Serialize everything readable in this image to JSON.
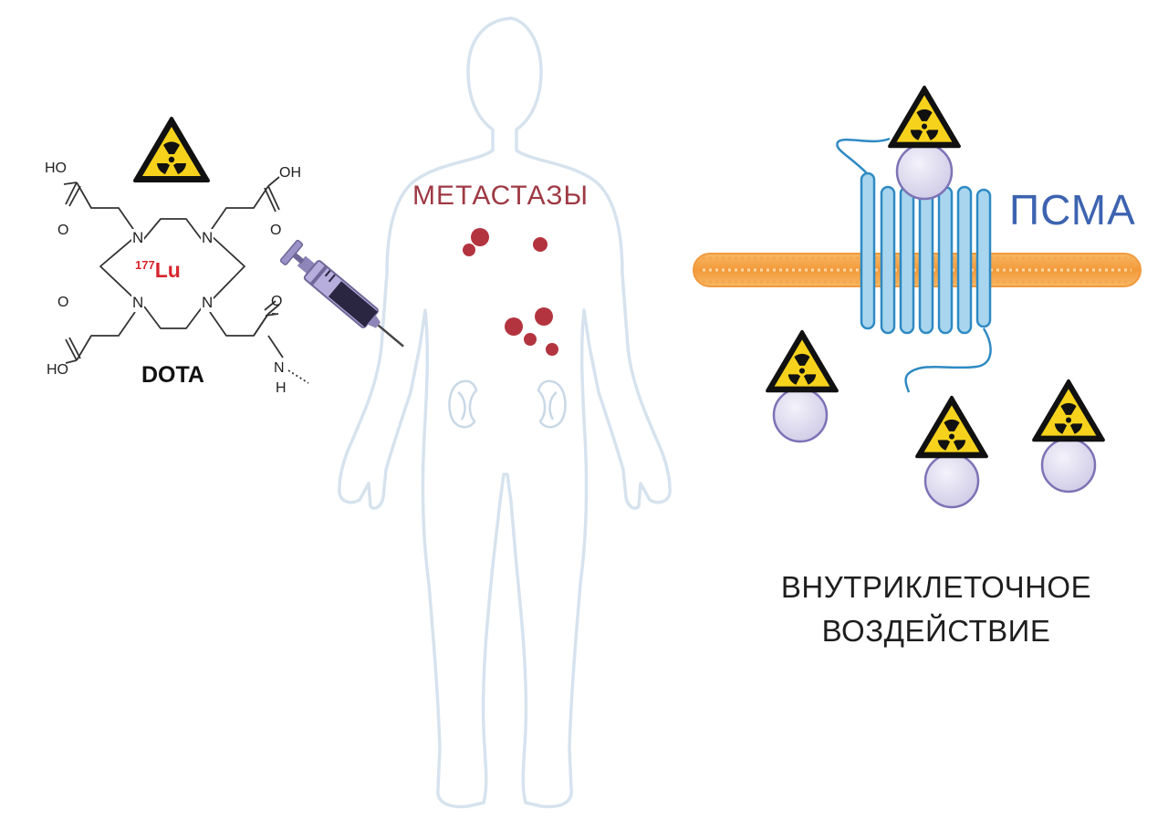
{
  "labels": {
    "metastases": "МЕТАСТАЗЫ",
    "psma": "ПСМА",
    "effect_line1": "ВНУТРИКЛЕТОЧНОЕ",
    "effect_line2": "ВОЗДЕЙСТВИЕ",
    "dota": "DOTA",
    "isotope_mass": "177",
    "isotope_symbol": "Lu"
  },
  "chem": {
    "ho_top_left": "HO",
    "oh_top_right": "OH",
    "o_top_left": "O",
    "o_top_right": "O",
    "n1": "N",
    "n2": "N",
    "n3": "N",
    "n4": "N",
    "o_bottom_left": "O",
    "ho_bottom_left": "HO",
    "o_bottom_right": "O",
    "amide_n": "N",
    "amide_h": "H"
  },
  "colors": {
    "metastases": "#9e3a44",
    "psma": "#3d63b0",
    "isotope": "#d8262e",
    "body_outline": "#d6e3ee",
    "membrane": "#f2a04a",
    "receptor": "#8cc7e6",
    "ligand": "#d7d3ec",
    "hazard": "#f6d21c"
  },
  "icons": [
    "radiation-hazard-icon",
    "syringe-icon",
    "kidney-icon",
    "human-body-icon"
  ]
}
